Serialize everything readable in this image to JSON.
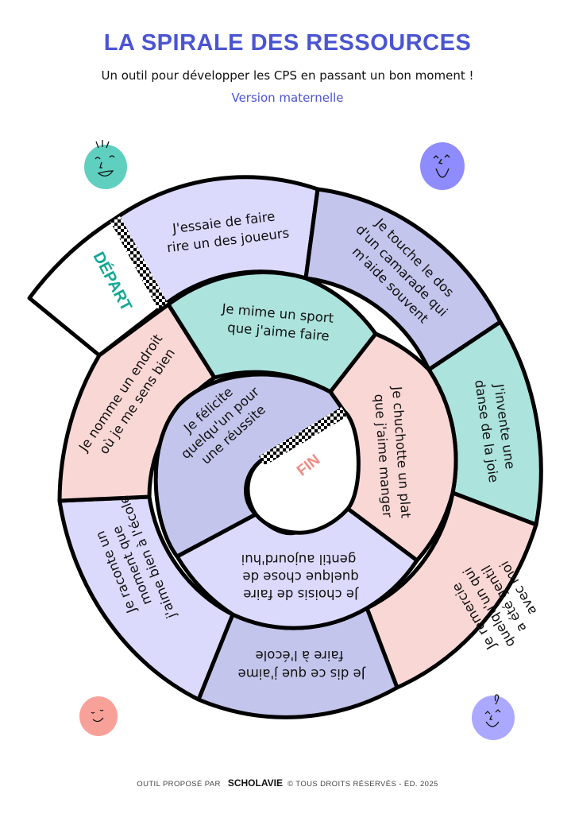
{
  "header": {
    "title": "LA SPIRALE DES RESSOURCES",
    "subtitle": "Un outil pour développer les CPS en passant un bon moment !",
    "version": "Version maternelle"
  },
  "board": {
    "start_label": "DÉPART",
    "end_label": "FIN",
    "colors": {
      "start": "#13a894",
      "end": "#f08a84",
      "outline": "#000000"
    },
    "cells": [
      {
        "lines": [
          "J'essaie de faire",
          "rire un des joueurs"
        ],
        "color": "#dbdafc"
      },
      {
        "lines": [
          "Je touche le dos",
          "d'un camarade qui",
          "m'aide souvent"
        ],
        "color": "#c4c5ec"
      },
      {
        "lines": [
          "J'invente une",
          "danse de la joie"
        ],
        "color": "#ace3dd"
      },
      {
        "lines": [
          "Je remercie",
          "quelqu'un qui",
          "a été gentil",
          "avec moi"
        ],
        "color": "#f9d7d5"
      },
      {
        "lines": [
          "Je dis ce que j'aime",
          "faire à l'école"
        ],
        "color": "#c4c5ec"
      },
      {
        "lines": [
          "Je raconte un",
          "moment que",
          "j'aime bien à l'école"
        ],
        "color": "#dbdafc"
      },
      {
        "lines": [
          "Je nomme un endroit",
          "où je me sens bien"
        ],
        "color": "#f9d7d5"
      },
      {
        "lines": [
          "Je mime un sport",
          "que j'aime faire"
        ],
        "color": "#ace3dd"
      },
      {
        "lines": [
          "Je chuchotte un plat",
          "que j'aime manger"
        ],
        "color": "#f9d7d5"
      },
      {
        "lines": [
          "Je choisis de faire",
          "quelque chose de",
          "gentil aujourd'hui"
        ],
        "color": "#dbdafc"
      },
      {
        "lines": [
          "Je félicite",
          "quelqu'un pour",
          "une réussite"
        ],
        "color": "#c4c5ec"
      }
    ]
  },
  "decorations": {
    "faces": [
      {
        "icon": "smiling-face-icon",
        "color": "#5fcfc0"
      },
      {
        "icon": "winking-face-icon",
        "color": "#8e8cff"
      },
      {
        "icon": "calm-face-icon",
        "color": "#f8a199"
      },
      {
        "icon": "happy-face-icon",
        "color": "#aaa8ff"
      }
    ]
  },
  "footer": {
    "prefix": "OUTIL PROPOSÉ PAR",
    "brand": "SCHOLAVIE",
    "suffix": "© TOUS DROITS RÉSERVÉS - ÉD. 2025"
  }
}
